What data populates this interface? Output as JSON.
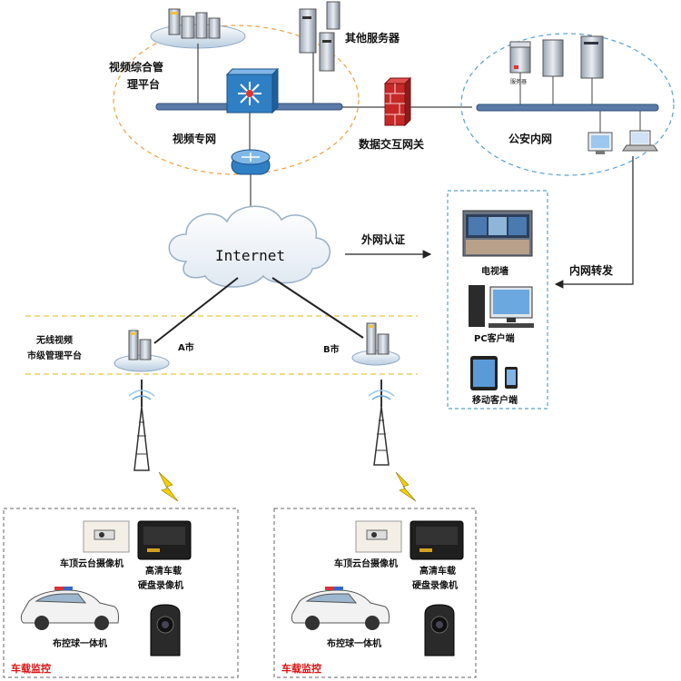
{
  "labels": {
    "video_platform": [
      "视频综合管",
      "理平台"
    ],
    "other_servers": "其他服务器",
    "video_network": "视频专网",
    "data_gateway": "数据交互网关",
    "police_intranet": "公安内网",
    "internet": "Internet",
    "extranet_auth": "外网认证",
    "intranet_forward": "内网转发",
    "video_wall": "电视墙",
    "pc_client": "PC客户端",
    "mobile_client": "移动客户端",
    "wireless_platform": [
      "无线视频",
      "市级管理平台"
    ],
    "city_a": "A市",
    "city_b": "B市",
    "left_camera": "车顶云台摄像机",
    "left_recorder": [
      "高清车载",
      "硬盘录像机"
    ],
    "left_ptz": "布控球一体机",
    "left_title": "车载监控",
    "right_camera": "车顶云台摄像机",
    "right_recorder": [
      "高清车载",
      "硬盘录像机"
    ],
    "right_ptz": "布控球一体机",
    "right_title": "车载监控",
    "server_tag": "服务器"
  }
}
